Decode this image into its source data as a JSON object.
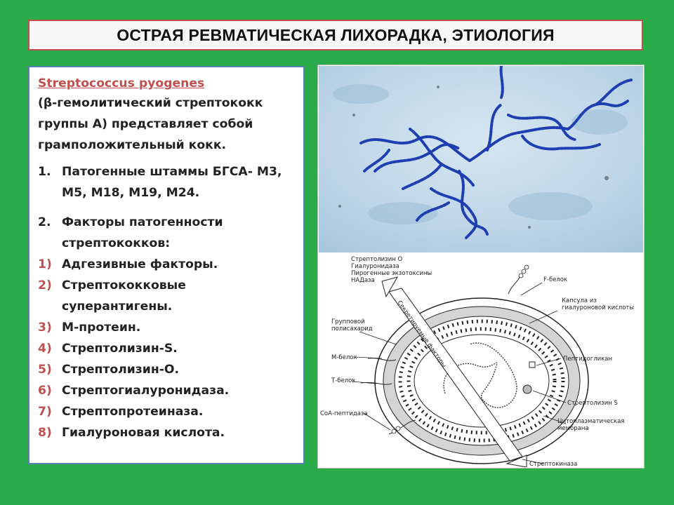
{
  "title": "ОСТРАЯ РЕВМАТИЧЕСКАЯ ЛИХОРАДКА, ЭТИОЛОГИЯ",
  "text": {
    "species": "Streptococcus pyogenes",
    "intro": "(β-гемолитический стрептококк группы А) представляет собой грамположительный кокк.",
    "items": [
      {
        "num": "1.",
        "text": "Патогенные штаммы БГСА- M3, M5, M18, M19, M24."
      },
      {
        "num": "2.",
        "text": "Факторы патогенности стрептококков:"
      }
    ],
    "factors": [
      {
        "num": "1)",
        "text": "Адгезивные факторы."
      },
      {
        "num": "2)",
        "text": "Стрептококковые суперантигены."
      },
      {
        "num": "3)",
        "text": "М-протеин."
      },
      {
        "num": "4)",
        "text": "Стрептолизин-S."
      },
      {
        "num": "5)",
        "text": "Стрептолизин-О."
      },
      {
        "num": "6)",
        "text": "Стрептогиалуронидаза."
      },
      {
        "num": "7)",
        "text": "Стрептопротеиназа."
      },
      {
        "num": "8)",
        "text": "Гиалуроновая кислота."
      }
    ]
  },
  "diagram": {
    "top_left_labels": [
      "Стрептолизин О",
      "Гиалуронидаза",
      "Пирогенные экзотоксины",
      "НАДаза"
    ],
    "arrow_label": "Секретируемые факторы",
    "labels": {
      "f_protein": "F-белок",
      "capsule_1": "Капсула из",
      "capsule_2": "гиалуроновой кислоты",
      "group_poly_1": "Групповой",
      "group_poly_2": "полисахарид",
      "peptidoglycan": "Пептидогликан",
      "m_protein": "М-белок",
      "t_protein": "Т-белок",
      "streptolysin_s": "Стрептолизин S",
      "coa_peptidase": "СоА-пептидаза",
      "membrane_1": "Цитоплазматическая",
      "membrane_2": "мембрана",
      "streptokinase": "Стрептокиназа"
    }
  },
  "colors": {
    "background": "#2aab4a",
    "title_border": "#c0504d",
    "accent_red": "#c0504d",
    "text_box_border": "#5b7fb5",
    "chain_blue": "#1f3fb0",
    "slide_bg": "#bcd4e6"
  }
}
